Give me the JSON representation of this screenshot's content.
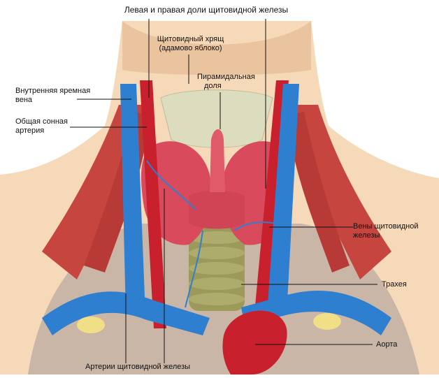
{
  "labels": {
    "thyroid_lobes": "Левая и правая доли щитовидной железы",
    "thyroid_cartilage_1": "Щитовидный хрящ",
    "thyroid_cartilage_2": "(адамово яблоко)",
    "pyramidal_1": "Пирамидальная",
    "pyramidal_2": "доля",
    "jugular_1": "Внутренняя яремная",
    "jugular_2": "вена",
    "carotid_1": "Общая сонная",
    "carotid_2": "артерия",
    "thyroid_veins_1": "Вены щитовидной",
    "thyroid_veins_2": "железы",
    "trachea": "Трахея",
    "aorta": "Аорта",
    "thyroid_arteries": "Артерии щитовидной железы"
  },
  "colors": {
    "skin": "#f6d9b8",
    "skin_shadow": "#e8b98f",
    "thyroid": "#d94a5c",
    "artery": "#c8202c",
    "vein": "#2f7fd0",
    "cartilage": "#dcdcbf",
    "trachea": "#9c9a5a",
    "muscle": "#c7453f",
    "clavicle": "#f0df86"
  }
}
